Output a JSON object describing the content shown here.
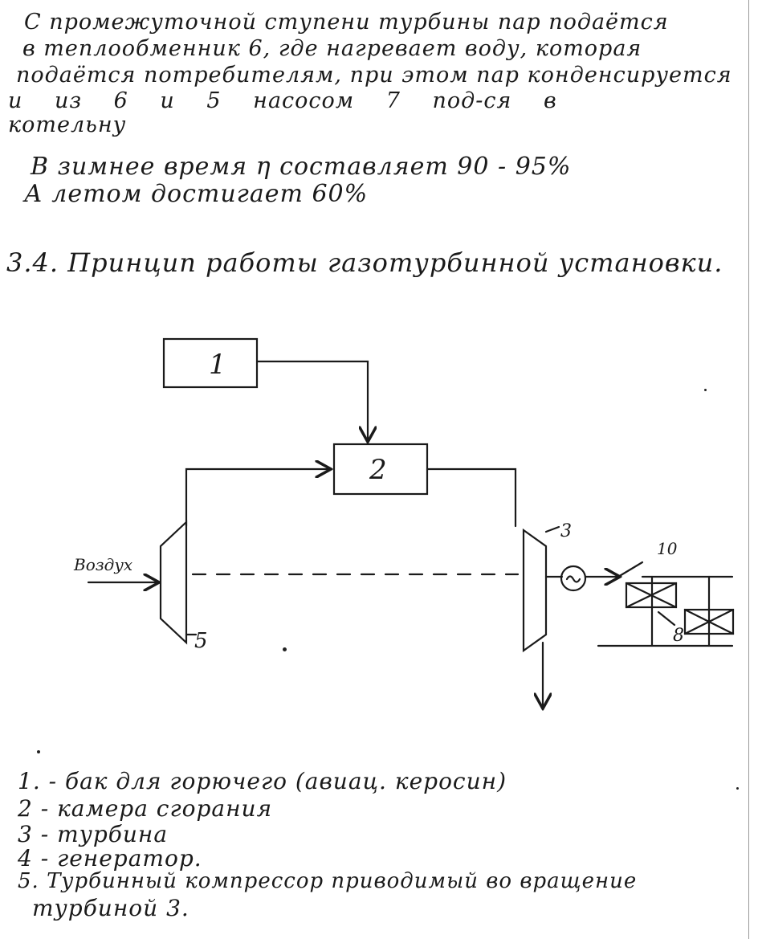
{
  "paragraph1": [
    "С промежуточной ступени турбины пар подаётся",
    "в теплообменник 6, где нагревает воду, которая",
    "подаётся потребителям, при этом пар конденсируется",
    "и из 6 и 5 насосом 7 под-ся в",
    "котельну"
  ],
  "paragraph2": [
    "В зимнее время η составляет 90 - 95%",
    "А летом достигает 60%"
  ],
  "heading": "3.4. Принцип работы газотурбинной установки.",
  "diagram": {
    "box1": "1",
    "box2": "2",
    "label_air": "Воздух",
    "label_5": "5",
    "label_3": "3",
    "label_10": "10",
    "label_8": "8"
  },
  "legend": [
    "1. - бак для горючего (авиац. керосин)",
    "2 - камера сгорания",
    "3 - турбина",
    "4 - генератор.",
    "5. Турбинный компрессор приводимый во вращение",
    "турбиной 3."
  ]
}
